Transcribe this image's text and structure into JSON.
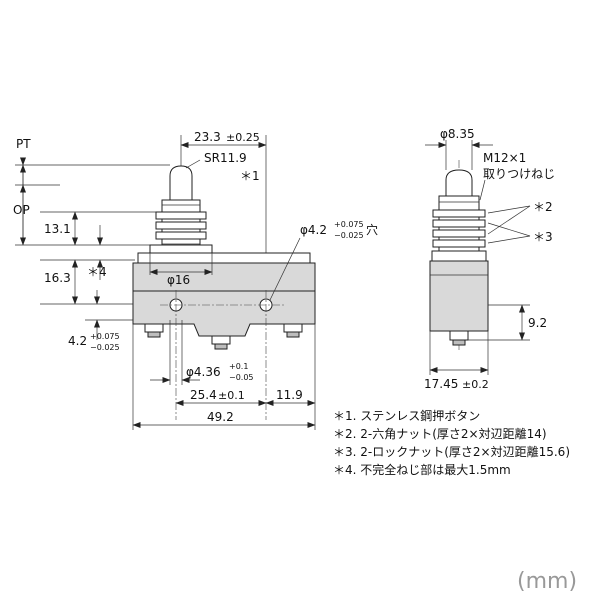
{
  "front_view": {
    "pt_label": "PT",
    "op_label": "OP",
    "dim_23_3": "23.3",
    "tol_23_3": "±0.25",
    "sr_label": "SR11.9",
    "note_star1": "＊1",
    "dim_13_1": "13.1",
    "dim_16_3": "16.3",
    "note_star4": "＊4",
    "phi16": "φ16",
    "hole_phi": "φ4.2",
    "hole_tol_upper": "+0.075",
    "hole_tol_lower": "−0.025",
    "hole_suffix": "穴",
    "dim_4_2": "4.2",
    "tol_4_2_upper": "+0.075",
    "tol_4_2_lower": "−0.025",
    "phi4_36": "φ4.36",
    "tol_4_36_upper": "+0.1",
    "tol_4_36_lower": "−0.05",
    "dim_25_4": "25.4",
    "tol_25_4": "±0.1",
    "dim_11_9": "11.9",
    "dim_49_2": "49.2"
  },
  "side_view": {
    "phi8_35": "φ8.35",
    "thread_line1": "M12×1",
    "thread_line2": "取りつけねじ",
    "note_star2": "＊2",
    "note_star3": "＊3",
    "dim_9_2": "9.2",
    "dim_17_45": "17.45",
    "tol_17_45": "±0.2"
  },
  "notes": [
    "＊1. ステンレス鋼押ボタン",
    "＊2. 2-六角ナット(厚さ2×対辺距離14)",
    "＊3. 2-ロックナット(厚さ2×対辺距離15.6)",
    "＊4. 不完全ねじ部は最大1.5mm"
  ],
  "unit_label": "(mm)"
}
